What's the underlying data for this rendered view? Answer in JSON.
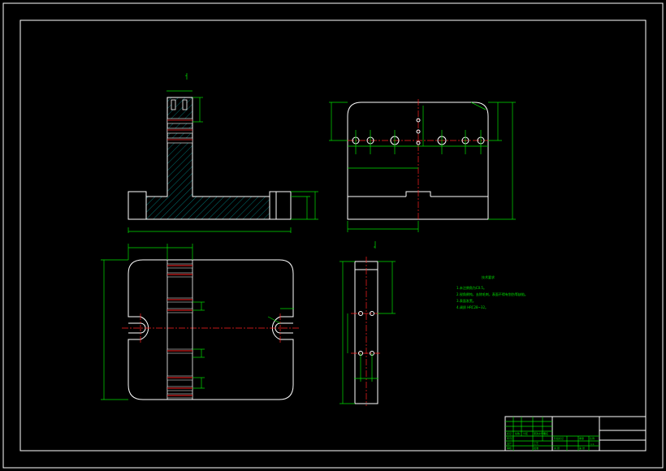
{
  "drawing": {
    "view_markers": {
      "top_view": "A",
      "section_view": "A"
    },
    "notes": {
      "title": "技术要求",
      "lines": [
        "1.未注倒角为C0.5。",
        "2.锐角倒钝，去除毛刺，表面不得有划伤等缺陷。",
        "3.表面发黑。",
        "4.调质 HRC28~32。"
      ]
    },
    "title_block": {
      "labels": [
        "标记",
        "处数",
        "分区",
        "更改文件号",
        "签名",
        "年月日",
        "设计",
        "审核",
        "工艺",
        "批准",
        "阶段标记",
        "重量",
        "比例",
        "共 张",
        "第 张"
      ],
      "sheet": "1:1"
    },
    "colors": {
      "outline": "#ffffff",
      "dimension": "#00e000",
      "centerline": "#ff2020",
      "background": "#000000"
    }
  }
}
